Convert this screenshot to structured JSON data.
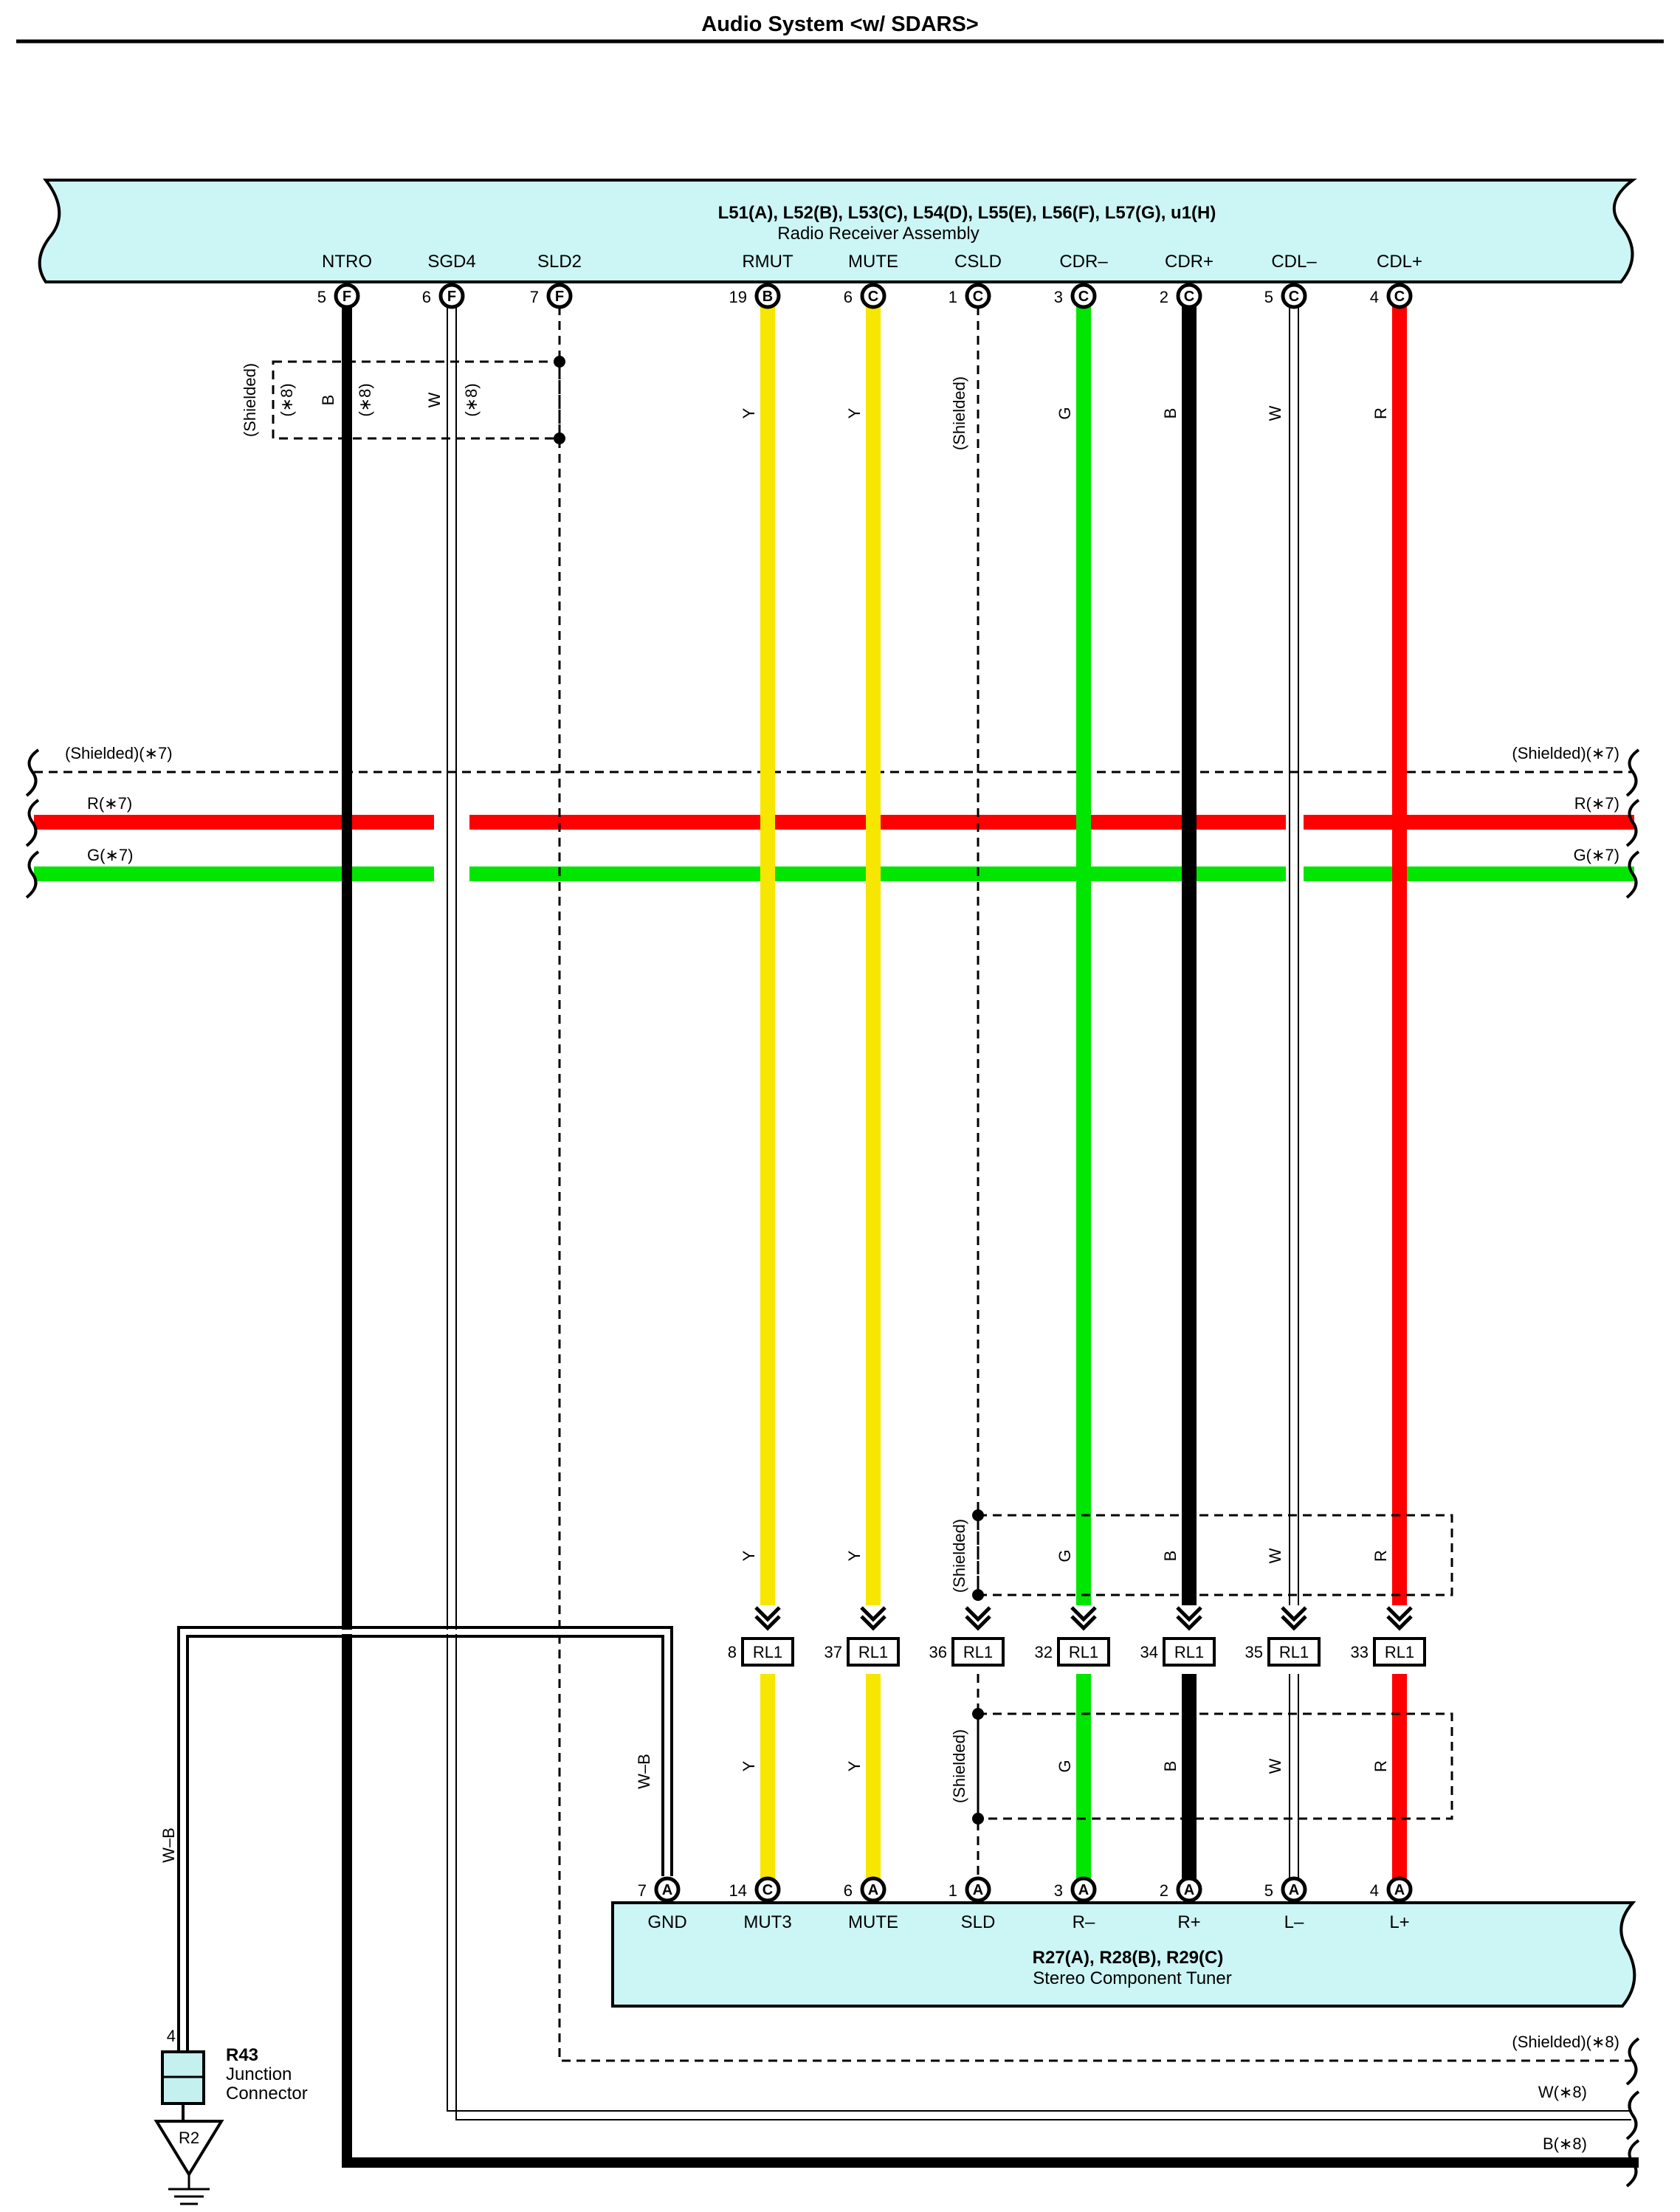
{
  "title": "Audio System <w/ SDARS>",
  "radio_receiver": {
    "connectors": "L51(A), L52(B), L53(C), L54(D), L55(E), L56(F), L57(G), u1(H)",
    "name": "Radio Receiver Assembly",
    "terminals": [
      {
        "label": "NTRO",
        "pin": "5",
        "conn": "F"
      },
      {
        "label": "SGD4",
        "pin": "6",
        "conn": "F"
      },
      {
        "label": "SLD2",
        "pin": "7",
        "conn": "F"
      },
      {
        "label": "RMUT",
        "pin": "19",
        "conn": "B"
      },
      {
        "label": "MUTE",
        "pin": "6",
        "conn": "C"
      },
      {
        "label": "CSLD",
        "pin": "1",
        "conn": "C"
      },
      {
        "label": "CDR–",
        "pin": "3",
        "conn": "C"
      },
      {
        "label": "CDR+",
        "pin": "2",
        "conn": "C"
      },
      {
        "label": "CDL–",
        "pin": "5",
        "conn": "C"
      },
      {
        "label": "CDL+",
        "pin": "4",
        "conn": "C"
      }
    ]
  },
  "tuner": {
    "connectors": "R27(A), R28(B), R29(C)",
    "name": "Stereo Component Tuner",
    "terminals": [
      {
        "label": "GND",
        "pin": "7",
        "conn": "A"
      },
      {
        "label": "MUT3",
        "pin": "14",
        "conn": "C"
      },
      {
        "label": "MUTE",
        "pin": "6",
        "conn": "A"
      },
      {
        "label": "SLD",
        "pin": "1",
        "conn": "A"
      },
      {
        "label": "R–",
        "pin": "3",
        "conn": "A"
      },
      {
        "label": "R+",
        "pin": "2",
        "conn": "A"
      },
      {
        "label": "L–",
        "pin": "5",
        "conn": "A"
      },
      {
        "label": "L+",
        "pin": "4",
        "conn": "A"
      }
    ]
  },
  "relay_connectors": [
    {
      "pin": "8",
      "name": "RL1"
    },
    {
      "pin": "37",
      "name": "RL1"
    },
    {
      "pin": "36",
      "name": "RL1"
    },
    {
      "pin": "32",
      "name": "RL1"
    },
    {
      "pin": "34",
      "name": "RL1"
    },
    {
      "pin": "35",
      "name": "RL1"
    },
    {
      "pin": "33",
      "name": "RL1"
    }
  ],
  "upper_wire_colors": {
    "shielded": "(Shielded)",
    "note8": "(∗8)",
    "ntro": "B",
    "sgd4": "W",
    "rmut": "Y",
    "mute": "Y",
    "csld": "(Shielded)",
    "cdr_minus": "G",
    "cdr_plus": "B",
    "cdl_minus": "W",
    "cdl_plus": "R"
  },
  "lower_wire_colors": {
    "mut": "Y",
    "mute": "Y",
    "shielded": "(Shielded)",
    "r_minus": "G",
    "r_plus": "B",
    "l_minus": "W",
    "l_plus": "R",
    "gnd": "W–B"
  },
  "bus_lines": {
    "shielded7": "(Shielded)(∗7)",
    "r7": "R(∗7)",
    "g7": "G(∗7)",
    "shielded8": "(Shielded)(∗8)",
    "w8": "W(∗8)",
    "b8": "B(∗8)"
  },
  "junction": {
    "id": "R43",
    "name_line1": "Junction",
    "name_line2": "Connector",
    "pin": "4",
    "wire": "W–B"
  },
  "ground": {
    "id": "R2"
  },
  "colors": {
    "yellow": "#f7e600",
    "green": "#00e600",
    "red": "#ff0000",
    "black": "#000000",
    "component_fill": "#ccf5f5",
    "junction_fill": "#c4f0f0"
  }
}
